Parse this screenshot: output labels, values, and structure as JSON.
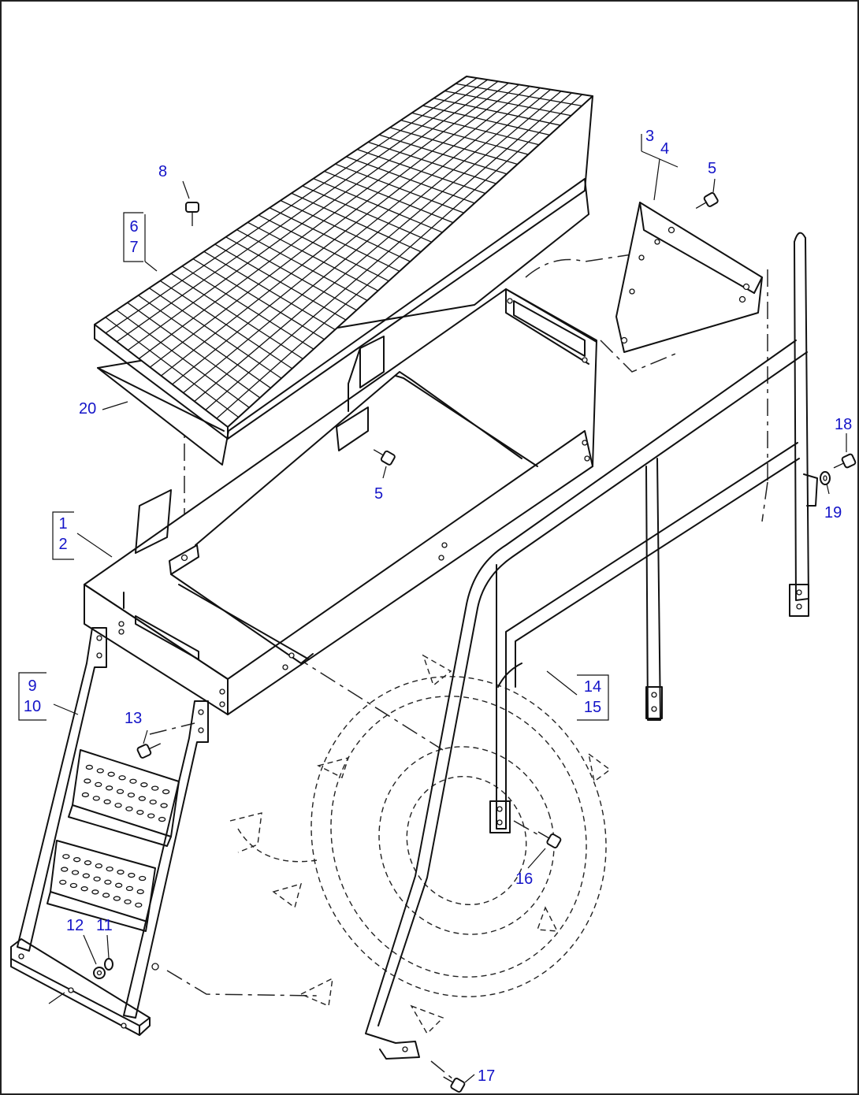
{
  "callouts": {
    "c1": "1",
    "c2": "2",
    "c3": "3",
    "c4": "4",
    "c5a": "5",
    "c5b": "5",
    "c6": "6",
    "c7": "7",
    "c8": "8",
    "c9": "9",
    "c10": "10",
    "c11": "11",
    "c12": "12",
    "c13": "13",
    "c14": "14",
    "c15": "15",
    "c16": "16",
    "c17": "17",
    "c18": "18",
    "c19": "19",
    "c20": "20"
  },
  "colors": {
    "callout": "#1414c8",
    "line": "#111111",
    "background": "#ffffff"
  },
  "parts": [
    "grating",
    "mat",
    "step-frame",
    "bracket",
    "ladder",
    "handrail",
    "wheel-phantom",
    "bolts",
    "washers"
  ]
}
